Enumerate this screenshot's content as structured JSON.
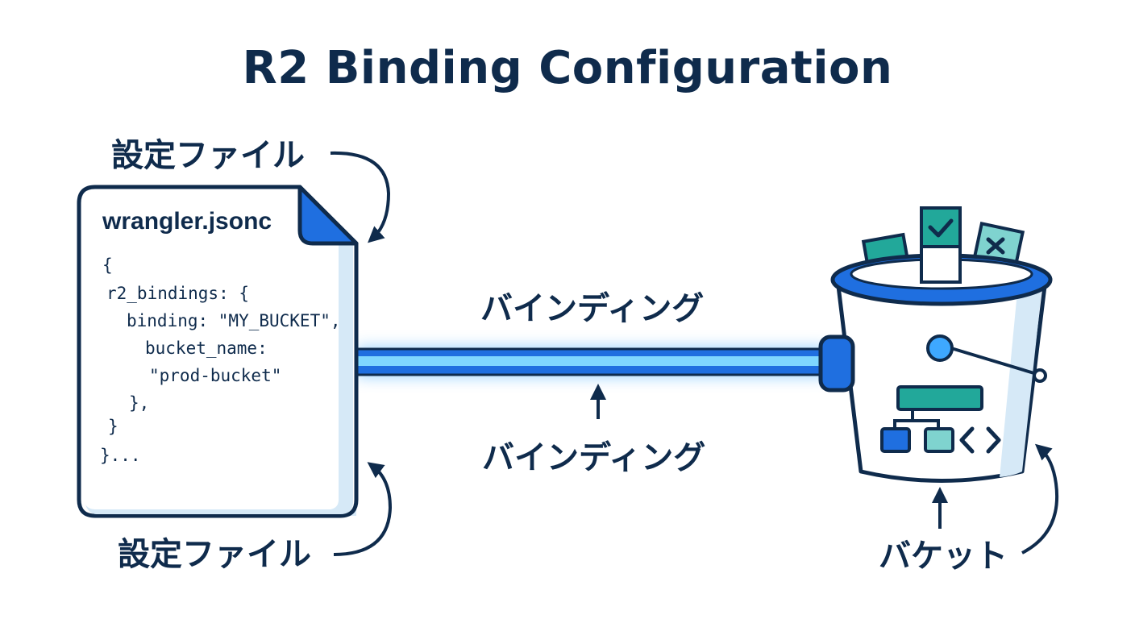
{
  "title": "R2 Binding Configuration",
  "labels": {
    "config_file_top": "設定ファイル",
    "config_file_bottom": "設定ファイル",
    "binding_top": "バインディング",
    "binding_bottom": "バインディング",
    "bucket": "バケット"
  },
  "file": {
    "name": "wrangler.jsonc",
    "code_lines": [
      "{",
      "r2_bindings: {",
      "binding: \"MY_BUCKET\",",
      "bucket_name:",
      "\"prod-bucket\"",
      "},",
      "}",
      "}..."
    ]
  },
  "icons": {
    "document": "document-icon",
    "bucket": "bucket-icon",
    "check": "check-icon",
    "cross": "x-icon",
    "hierarchy": "hierarchy-icon",
    "code": "code-brackets-icon"
  },
  "colors": {
    "navy": "#0f2b4c",
    "blue": "#1f6fe0",
    "glow": "#3ea8ff",
    "teal": "#22a89a",
    "light_teal": "#7fd3cf",
    "paper": "#ffffff",
    "paper_shadow": "#d6e9f7"
  }
}
